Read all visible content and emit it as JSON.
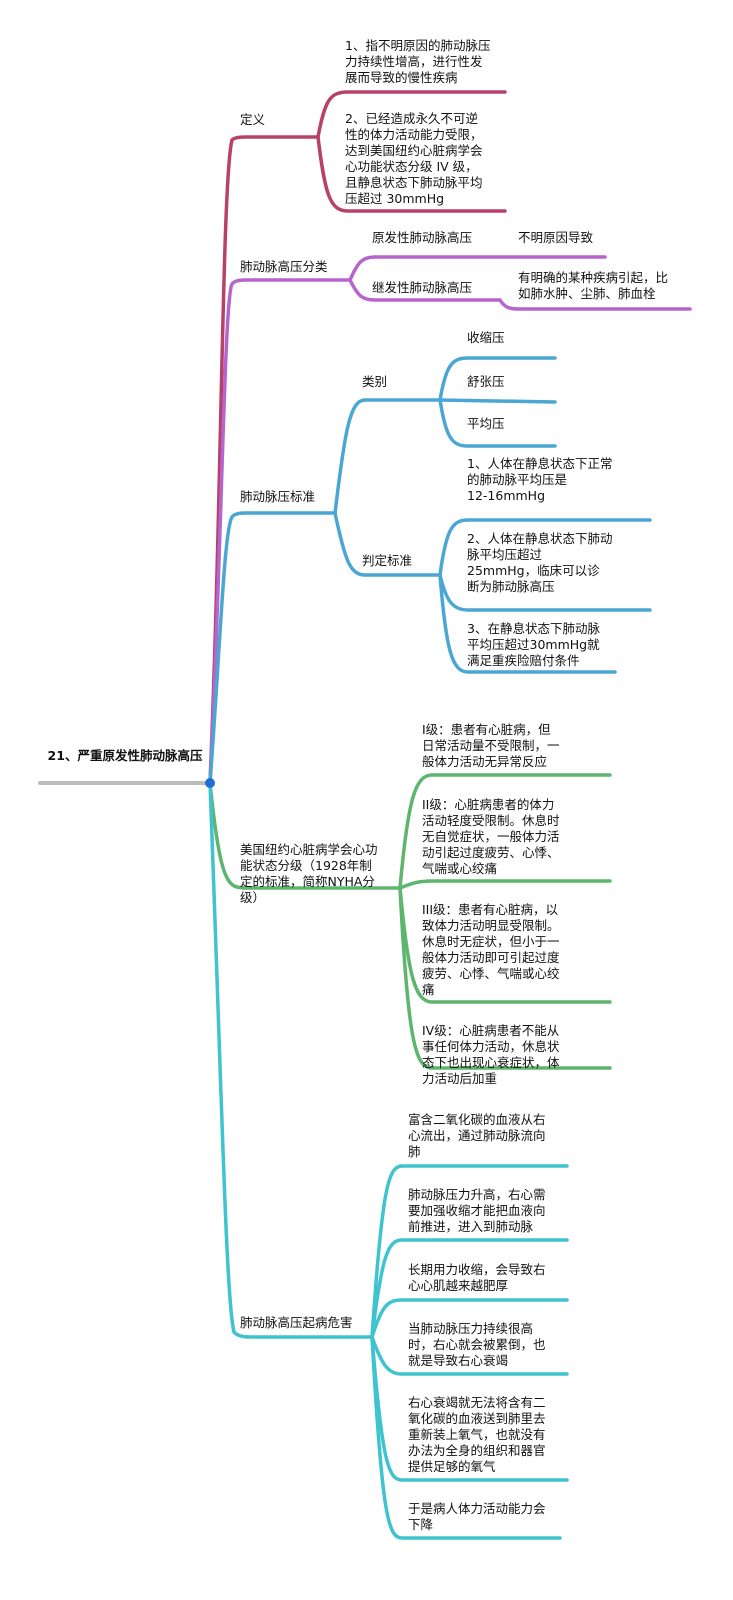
{
  "colors": {
    "root_line": "#bdbdbd",
    "root_dot": "#1f6fd6",
    "definition": "#b8416b",
    "classification": "#b565cc",
    "standard": "#4aa6d2",
    "nyha": "#5db56e",
    "harm": "#3ec3cf"
  },
  "root": {
    "title": "21、严重原发性肺动脉高压"
  },
  "definition": {
    "label": "定义",
    "items": [
      "1、指不明原因的肺动脉压\n力持续性增高，进行性发\n展而导致的慢性疾病",
      "2、已经造成永久不可逆\n性的体力活动能力受限，\n达到美国纽约心脏病学会\n心功能状态分级 IV 级，\n且静息状态下肺动脉平均\n压超过 30mmHg"
    ]
  },
  "classification": {
    "label": "肺动脉高压分类",
    "items": [
      {
        "label": "原发性肺动脉高压",
        "detail": "不明原因导致"
      },
      {
        "label": "继发性肺动脉高压",
        "detail": "有明确的某种疾病引起，比\n如肺水肿、尘肺、肺血栓"
      }
    ]
  },
  "standard": {
    "label": "肺动脉压标准",
    "category": {
      "label": "类别",
      "items": [
        "收缩压",
        "舒张压",
        "平均压"
      ]
    },
    "criteria": {
      "label": "判定标准",
      "items": [
        "1、人体在静息状态下正常\n的肺动脉平均压是\n12-16mmHg",
        "2、人体在静息状态下肺动\n脉平均压超过\n25mmHg，临床可以诊\n断为肺动脉高压",
        "3、在静息状态下肺动脉\n平均压超过30mmHg就\n满足重疾险赔付条件"
      ]
    }
  },
  "nyha": {
    "label": "美国纽约心脏病学会心功\n能状态分级（1928年制\n定的标准，简称NYHA分\n级）",
    "items": [
      "I级：患者有心脏病，但\n日常活动量不受限制，一\n般体力活动无异常反应",
      "II级：心脏病患者的体力\n活动轻度受限制。休息时\n无自觉症状，一般体力活\n动引起过度疲劳、心悸、\n气喘或心绞痛",
      "III级：患者有心脏病，以\n致体力活动明显受限制。\n休息时无症状，但小于一\n般体力活动即可引起过度\n疲劳、心悸、气喘或心绞\n痛",
      "IV级：心脏病患者不能从\n事任何体力活动，休息状\n态下也出现心衰症状，体\n力活动后加重"
    ]
  },
  "harm": {
    "label": "肺动脉高压起病危害",
    "items": [
      "富含二氧化碳的血液从右\n心流出，通过肺动脉流向\n肺",
      "肺动脉压力升高，右心需\n要加强收缩才能把血液向\n前推进，进入到肺动脉",
      "长期用力收缩，会导致右\n心心肌越来越肥厚",
      "当肺动脉压力持续很高\n时，右心就会被累倒，也\n就是导致右心衰竭",
      "右心衰竭就无法将含有二\n氧化碳的血液送到肺里去\n重新装上氧气，也就没有\n办法为全身的组织和器官\n提供足够的氧气",
      "于是病人体力活动能力会\n下降"
    ]
  }
}
